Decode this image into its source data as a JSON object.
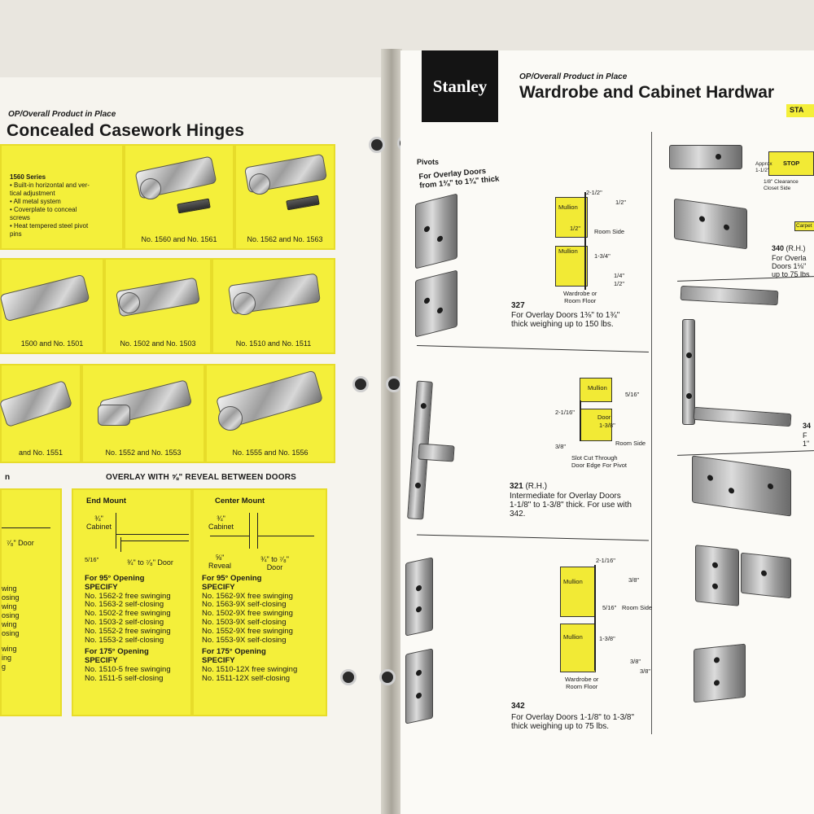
{
  "left_page": {
    "kicker": "OP/Overall Product in Place",
    "title": "Concealed Casework Hinges",
    "series": {
      "title": "1560 Series",
      "bullets": [
        "• Built-in horizontal and ver-",
        "  tical adjustment",
        "• All metal system",
        "• Coverplate to conceal",
        "  screws",
        "• Heat tempered steel pivot",
        "  pins"
      ]
    },
    "cells": [
      "No. 1560 and No. 1561",
      "No. 1562 and No. 1563",
      "1500 and No. 1501",
      "No. 1502 and No. 1503",
      "No. 1510 and No. 1511",
      "and No. 1551",
      "No. 1552 and No. 1553",
      "No. 1555 and No. 1556"
    ],
    "overlay_heading_left": "n",
    "overlay_heading": "OVERLAY WITH ⅝\" REVEAL BETWEEN DOORS",
    "left_fragment_lines": [
      "wing",
      "osing",
      "wing",
      "osing",
      "wing",
      "osing",
      "",
      "wing",
      "ing",
      "g"
    ],
    "left_fragment_label": "⁷⁄₈\" Door",
    "end_mount": {
      "title": "End Mount",
      "cabinet": "¾\"\nCabinet",
      "dim_a": "5/16\"",
      "dim_b": "¾\" to ⁷⁄₈\" Door",
      "heading1": "For 95° Opening",
      "specify": "SPECIFY",
      "lines1": [
        "No. 1562-2 free swinging",
        "No. 1563-2 self-closing",
        "No. 1502-2 free swinging",
        "No. 1503-2 self-closing",
        "No. 1552-2 free swinging",
        "No. 1553-2 self-closing"
      ],
      "heading2": "For 175° Opening",
      "specify2": "SPECIFY",
      "lines2": [
        "No. 1510-5 free swinging",
        "No. 1511-5 self-closing"
      ]
    },
    "center_mount": {
      "title": "Center Mount",
      "cabinet": "¾\"\nCabinet",
      "dim_a": "⅝\"\nReveal",
      "dim_b": "¾\" to ⁷⁄₈\"\nDoor",
      "heading1": "For 95° Opening",
      "specify": "SPECIFY",
      "lines1": [
        "No. 1562-9X free swinging",
        "No. 1563-9X self-closing",
        "No. 1502-9X free swinging",
        "No. 1503-9X self-closing",
        "No. 1552-9X free swinging",
        "No. 1553-9X self-closing"
      ],
      "heading2": "For 175° Opening",
      "specify2": "SPECIFY",
      "lines2": [
        "No. 1510-12X free swinging",
        "No. 1511-12X self-closing"
      ]
    }
  },
  "right_page": {
    "brand": "Stanley",
    "kicker": "OP/Overall Product in Place",
    "title": "Wardrobe and Cabinet Hardwar",
    "tag": "STA",
    "pivots": "Pivots",
    "pivots_sub": "For Overlay Doors\nfrom 1⅜\" to 1¾\" thick",
    "items": [
      {
        "num": "327",
        "desc": "For Overlay Doors 1⅜\" to 1¾\"\nthick weighing up to 150 lbs.",
        "labels": [
          "2-1/2\"",
          "1/2\"",
          "Mullion",
          "1/2\"",
          "Room Side",
          "Mullion",
          "1-3/4\"",
          "1/4\"",
          "1/2\"",
          "Wardrobe or\nRoom Floor"
        ]
      },
      {
        "num": "321",
        "num_suffix": " (R.H.)",
        "desc": "Intermediate for Overlay Doors\n1-1/8\" to 1-3/8\" thick. For use with\n342.",
        "labels": [
          "Mullion",
          "5/16\"",
          "2-1/16\"",
          "Door",
          "1-3/8\"",
          "Room Side",
          "3/8\"",
          "Slot Cut Through\nDoor Edge For Pivot"
        ]
      },
      {
        "num": "342",
        "desc": "For Overlay Doors 1-1/8\" to 1-3/8\"\nthick weighing up to 75 lbs.",
        "labels": [
          "2-1/16\"",
          "3/8\"",
          "Mullion",
          "5/16\"",
          "Room Side",
          "Mullion",
          "1-3/8\"",
          "3/8\"",
          "3/8\"",
          "Wardrobe or\nRoom Floor"
        ]
      }
    ],
    "right_col": {
      "approx": "Approx\n1-1/2\"",
      "stop": "STOP",
      "clearance": "1/8\" Clearance\nCloset Side",
      "carpet": "Carpet",
      "num340": "340",
      "num340_suffix": " (R.H.)",
      "desc340": "For Overla\nDoors 1⅛\"\nup to 75 lbs",
      "num341": "34",
      "desc341": "F\n1\""
    }
  }
}
